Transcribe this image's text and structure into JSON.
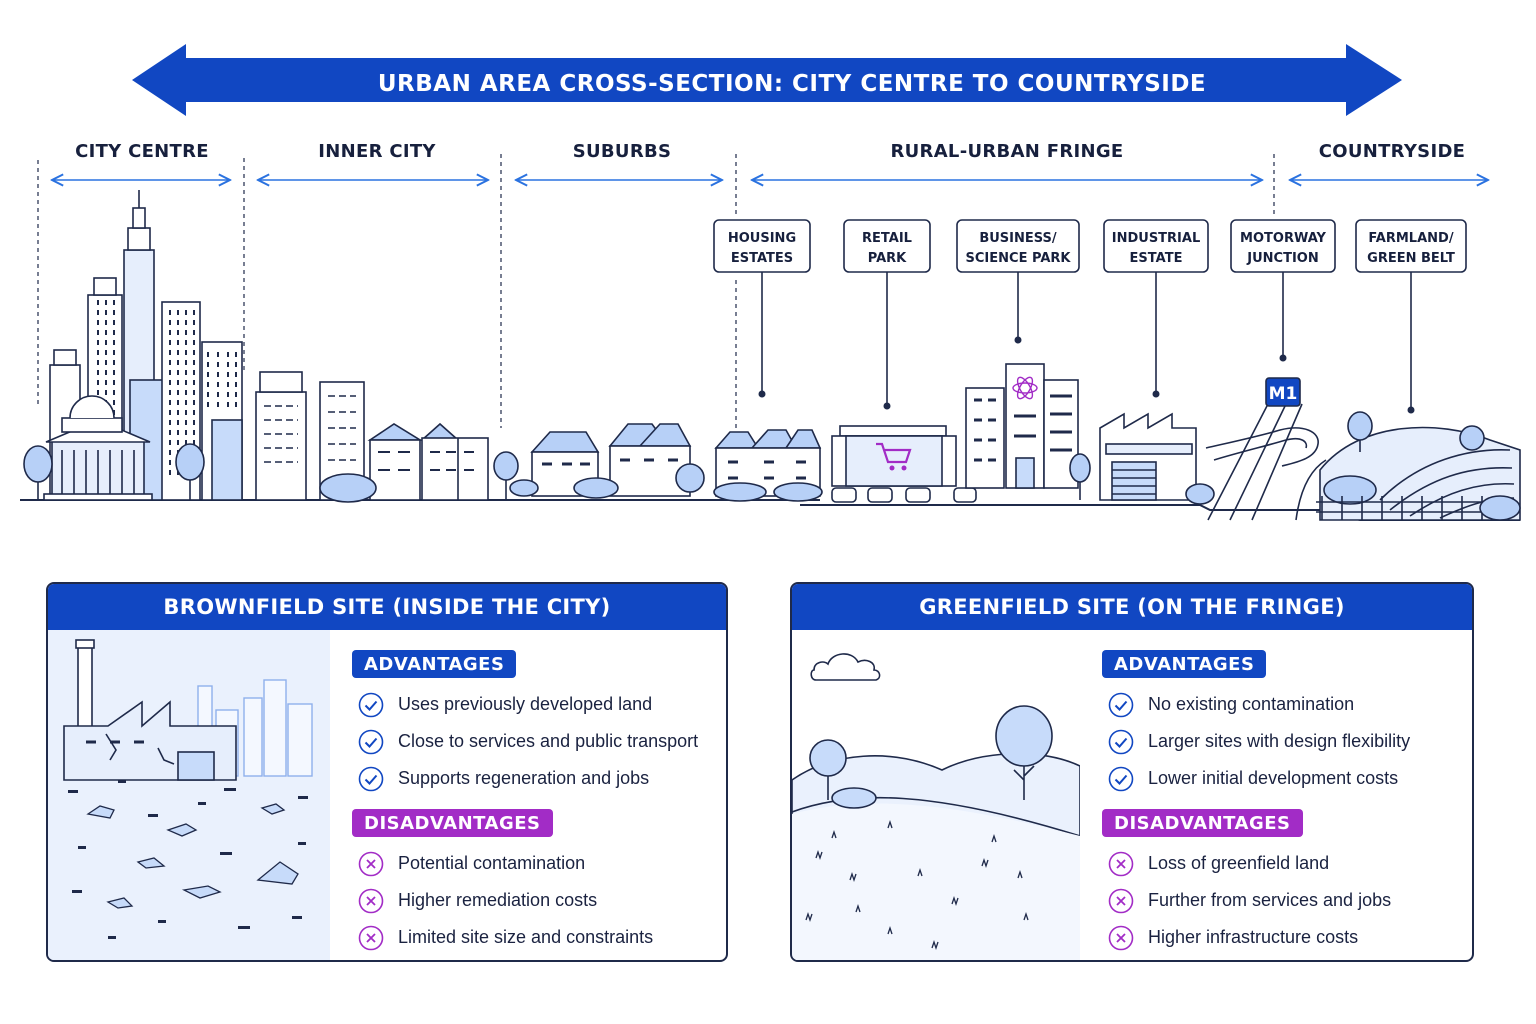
{
  "title": "URBAN AREA CROSS-SECTION: CITY CENTRE TO COUNTRYSIDE",
  "zones": [
    "CITY CENTRE",
    "INNER CITY",
    "SUBURBS",
    "RURAL-URBAN FRINGE",
    "COUNTRYSIDE"
  ],
  "callouts": [
    {
      "line1": "HOUSING",
      "line2": "ESTATES"
    },
    {
      "line1": "RETAIL",
      "line2": "PARK"
    },
    {
      "line1": "BUSINESS/",
      "line2": "SCIENCE PARK"
    },
    {
      "line1": "INDUSTRIAL",
      "line2": "ESTATE"
    },
    {
      "line1": "MOTORWAY",
      "line2": "JUNCTION"
    },
    {
      "line1": "FARMLAND/",
      "line2": "GREEN BELT"
    }
  ],
  "motorway_sign": "M1",
  "brownfield": {
    "title": "BROWNFIELD SITE (INSIDE THE CITY)",
    "advantages_label": "ADVANTAGES",
    "advantages": [
      "Uses previously developed land",
      "Close to services and public transport",
      "Supports regeneration and jobs"
    ],
    "disadvantages_label": "DISADVANTAGES",
    "disadvantages": [
      "Potential contamination",
      "Higher remediation costs",
      "Limited site size and constraints"
    ]
  },
  "greenfield": {
    "title": "GREENFIELD SITE (ON THE FRINGE)",
    "advantages_label": "ADVANTAGES",
    "advantages": [
      "No existing contamination",
      "Larger sites with design flexibility",
      "Lower initial development costs"
    ],
    "disadvantages_label": "DISADVANTAGES",
    "disadvantages": [
      "Loss of greenfield land",
      "Further from services and jobs",
      "Higher infrastructure costs"
    ]
  },
  "colors": {
    "primary_blue": "#1147c2",
    "purple": "#a22cc6",
    "outline": "#1f2a4a",
    "light_blue": "#cfe0fb"
  }
}
